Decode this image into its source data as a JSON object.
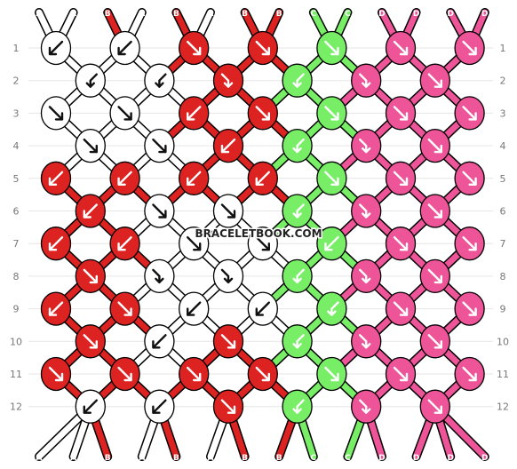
{
  "watermark": "BRACELETBOOK.COM",
  "colors": {
    "A": "#ffffff",
    "B": "#dd2222",
    "C": "#77ee66",
    "D": "#ee5599"
  },
  "top_strings": [
    "A",
    "A",
    "B",
    "A",
    "B",
    "A",
    "B",
    "B",
    "C",
    "C",
    "D",
    "D",
    "D",
    "D"
  ],
  "bottom_strings": [
    "A",
    "A",
    "B",
    "A",
    "B",
    "A",
    "B",
    "B",
    "C",
    "C",
    "D",
    "D",
    "D",
    "D"
  ],
  "row_numbers": [
    "1",
    "2",
    "3",
    "4",
    "5",
    "6",
    "7",
    "8",
    "9",
    "10",
    "11",
    "12"
  ],
  "knot_rows": [
    [
      {
        "c": "A",
        "a": "sw"
      },
      {
        "c": "A",
        "a": "sw"
      },
      {
        "c": "B",
        "a": "se"
      },
      {
        "c": "B",
        "a": "se"
      },
      {
        "c": "C",
        "a": "se"
      },
      {
        "c": "D",
        "a": "se"
      },
      {
        "c": "D",
        "a": "se"
      }
    ],
    [
      {
        "c": "A",
        "a": "bs"
      },
      {
        "c": "A",
        "a": "bs"
      },
      {
        "c": "B",
        "a": "fs"
      },
      {
        "c": "C",
        "a": "bs"
      },
      {
        "c": "D",
        "a": "fs"
      },
      {
        "c": "D",
        "a": "se"
      }
    ],
    [
      {
        "c": "A",
        "a": "se"
      },
      {
        "c": "A",
        "a": "se"
      },
      {
        "c": "B",
        "a": "sw"
      },
      {
        "c": "B",
        "a": "se"
      },
      {
        "c": "C",
        "a": "se"
      },
      {
        "c": "D",
        "a": "se"
      },
      {
        "c": "D",
        "a": "se"
      }
    ],
    [
      {
        "c": "A",
        "a": "se"
      },
      {
        "c": "A",
        "a": "se"
      },
      {
        "c": "B",
        "a": "sw"
      },
      {
        "c": "C",
        "a": "bs"
      },
      {
        "c": "D",
        "a": "fs"
      },
      {
        "c": "D",
        "a": "se"
      }
    ],
    [
      {
        "c": "B",
        "a": "sw"
      },
      {
        "c": "B",
        "a": "sw"
      },
      {
        "c": "B",
        "a": "sw"
      },
      {
        "c": "B",
        "a": "sw"
      },
      {
        "c": "C",
        "a": "se"
      },
      {
        "c": "D",
        "a": "se"
      },
      {
        "c": "D",
        "a": "se"
      }
    ],
    [
      {
        "c": "B",
        "a": "sw"
      },
      {
        "c": "A",
        "a": "se"
      },
      {
        "c": "A",
        "a": "se"
      },
      {
        "c": "C",
        "a": "bs"
      },
      {
        "c": "D",
        "a": "fs"
      },
      {
        "c": "D",
        "a": "se"
      }
    ],
    [
      {
        "c": "B",
        "a": "sw"
      },
      {
        "c": "B",
        "a": "sw"
      },
      {
        "c": "A",
        "a": "se"
      },
      {
        "c": "A",
        "a": "se"
      },
      {
        "c": "C",
        "a": "sw"
      },
      {
        "c": "D",
        "a": "se"
      },
      {
        "c": "D",
        "a": "se"
      }
    ],
    [
      {
        "c": "B",
        "a": "se"
      },
      {
        "c": "A",
        "a": "fs"
      },
      {
        "c": "A",
        "a": "fs"
      },
      {
        "c": "C",
        "a": "bs"
      },
      {
        "c": "D",
        "a": "fs"
      },
      {
        "c": "D",
        "a": "se"
      }
    ],
    [
      {
        "c": "B",
        "a": "sw"
      },
      {
        "c": "B",
        "a": "se"
      },
      {
        "c": "A",
        "a": "sw"
      },
      {
        "c": "A",
        "a": "sw"
      },
      {
        "c": "C",
        "a": "bs"
      },
      {
        "c": "D",
        "a": "se"
      },
      {
        "c": "D",
        "a": "se"
      }
    ],
    [
      {
        "c": "B",
        "a": "se"
      },
      {
        "c": "A",
        "a": "sw"
      },
      {
        "c": "B",
        "a": "se"
      },
      {
        "c": "C",
        "a": "bs"
      },
      {
        "c": "D",
        "a": "fs"
      },
      {
        "c": "D",
        "a": "se"
      }
    ],
    [
      {
        "c": "B",
        "a": "se"
      },
      {
        "c": "B",
        "a": "se"
      },
      {
        "c": "B",
        "a": "se"
      },
      {
        "c": "B",
        "a": "se"
      },
      {
        "c": "C",
        "a": "se"
      },
      {
        "c": "D",
        "a": "se"
      },
      {
        "c": "D",
        "a": "se"
      }
    ],
    [
      {
        "c": "A",
        "a": "sw"
      },
      {
        "c": "A",
        "a": "sw"
      },
      {
        "c": "B",
        "a": "se"
      },
      {
        "c": "C",
        "a": "bs"
      },
      {
        "c": "D",
        "a": "fs"
      },
      {
        "c": "D",
        "a": "se"
      }
    ]
  ]
}
